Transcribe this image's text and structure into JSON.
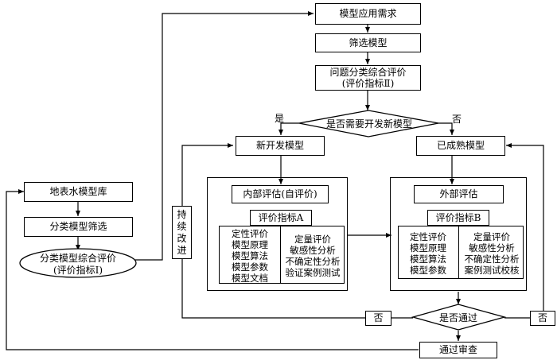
{
  "top": {
    "need": "模型应用需求",
    "screen": "筛选模型",
    "evaluate2_line1": "问题分类综合评价",
    "evaluate2_line2": "(评价指标Ⅱ)",
    "decision": "是否需要开发新模型",
    "yes": "是",
    "no": "否"
  },
  "left": {
    "library": "地表水模型库",
    "classify": "分类模型筛选",
    "evaluate1_line1": "分类模型综合评价",
    "evaluate1_line2": "(评价指标Ⅰ)",
    "improve": [
      "持",
      "续",
      "改",
      "进"
    ]
  },
  "new_model": {
    "title": "新开发模型",
    "internal": "内部评估(自评价)",
    "index": "评价指标A",
    "qualitative": [
      "定性评价",
      "模型原理",
      "模型算法",
      "模型参数",
      "模型文档"
    ],
    "quantitative": [
      "定量评价",
      "敏感性分析",
      "不确定性分析",
      "验证案例测试"
    ]
  },
  "mature_model": {
    "title": "已成熟模型",
    "external": "外部评估",
    "index": "评价指标B",
    "qualitative": [
      "定性评价",
      "模型原理",
      "模型算法",
      "模型参数"
    ],
    "quantitative": [
      "定量评价",
      "敏感性分析",
      "不确定性分析",
      "案例测试校核"
    ]
  },
  "bottom": {
    "pass_decision": "是否通过",
    "no_left": "否",
    "no_right": "否",
    "approved": "通过审查"
  }
}
